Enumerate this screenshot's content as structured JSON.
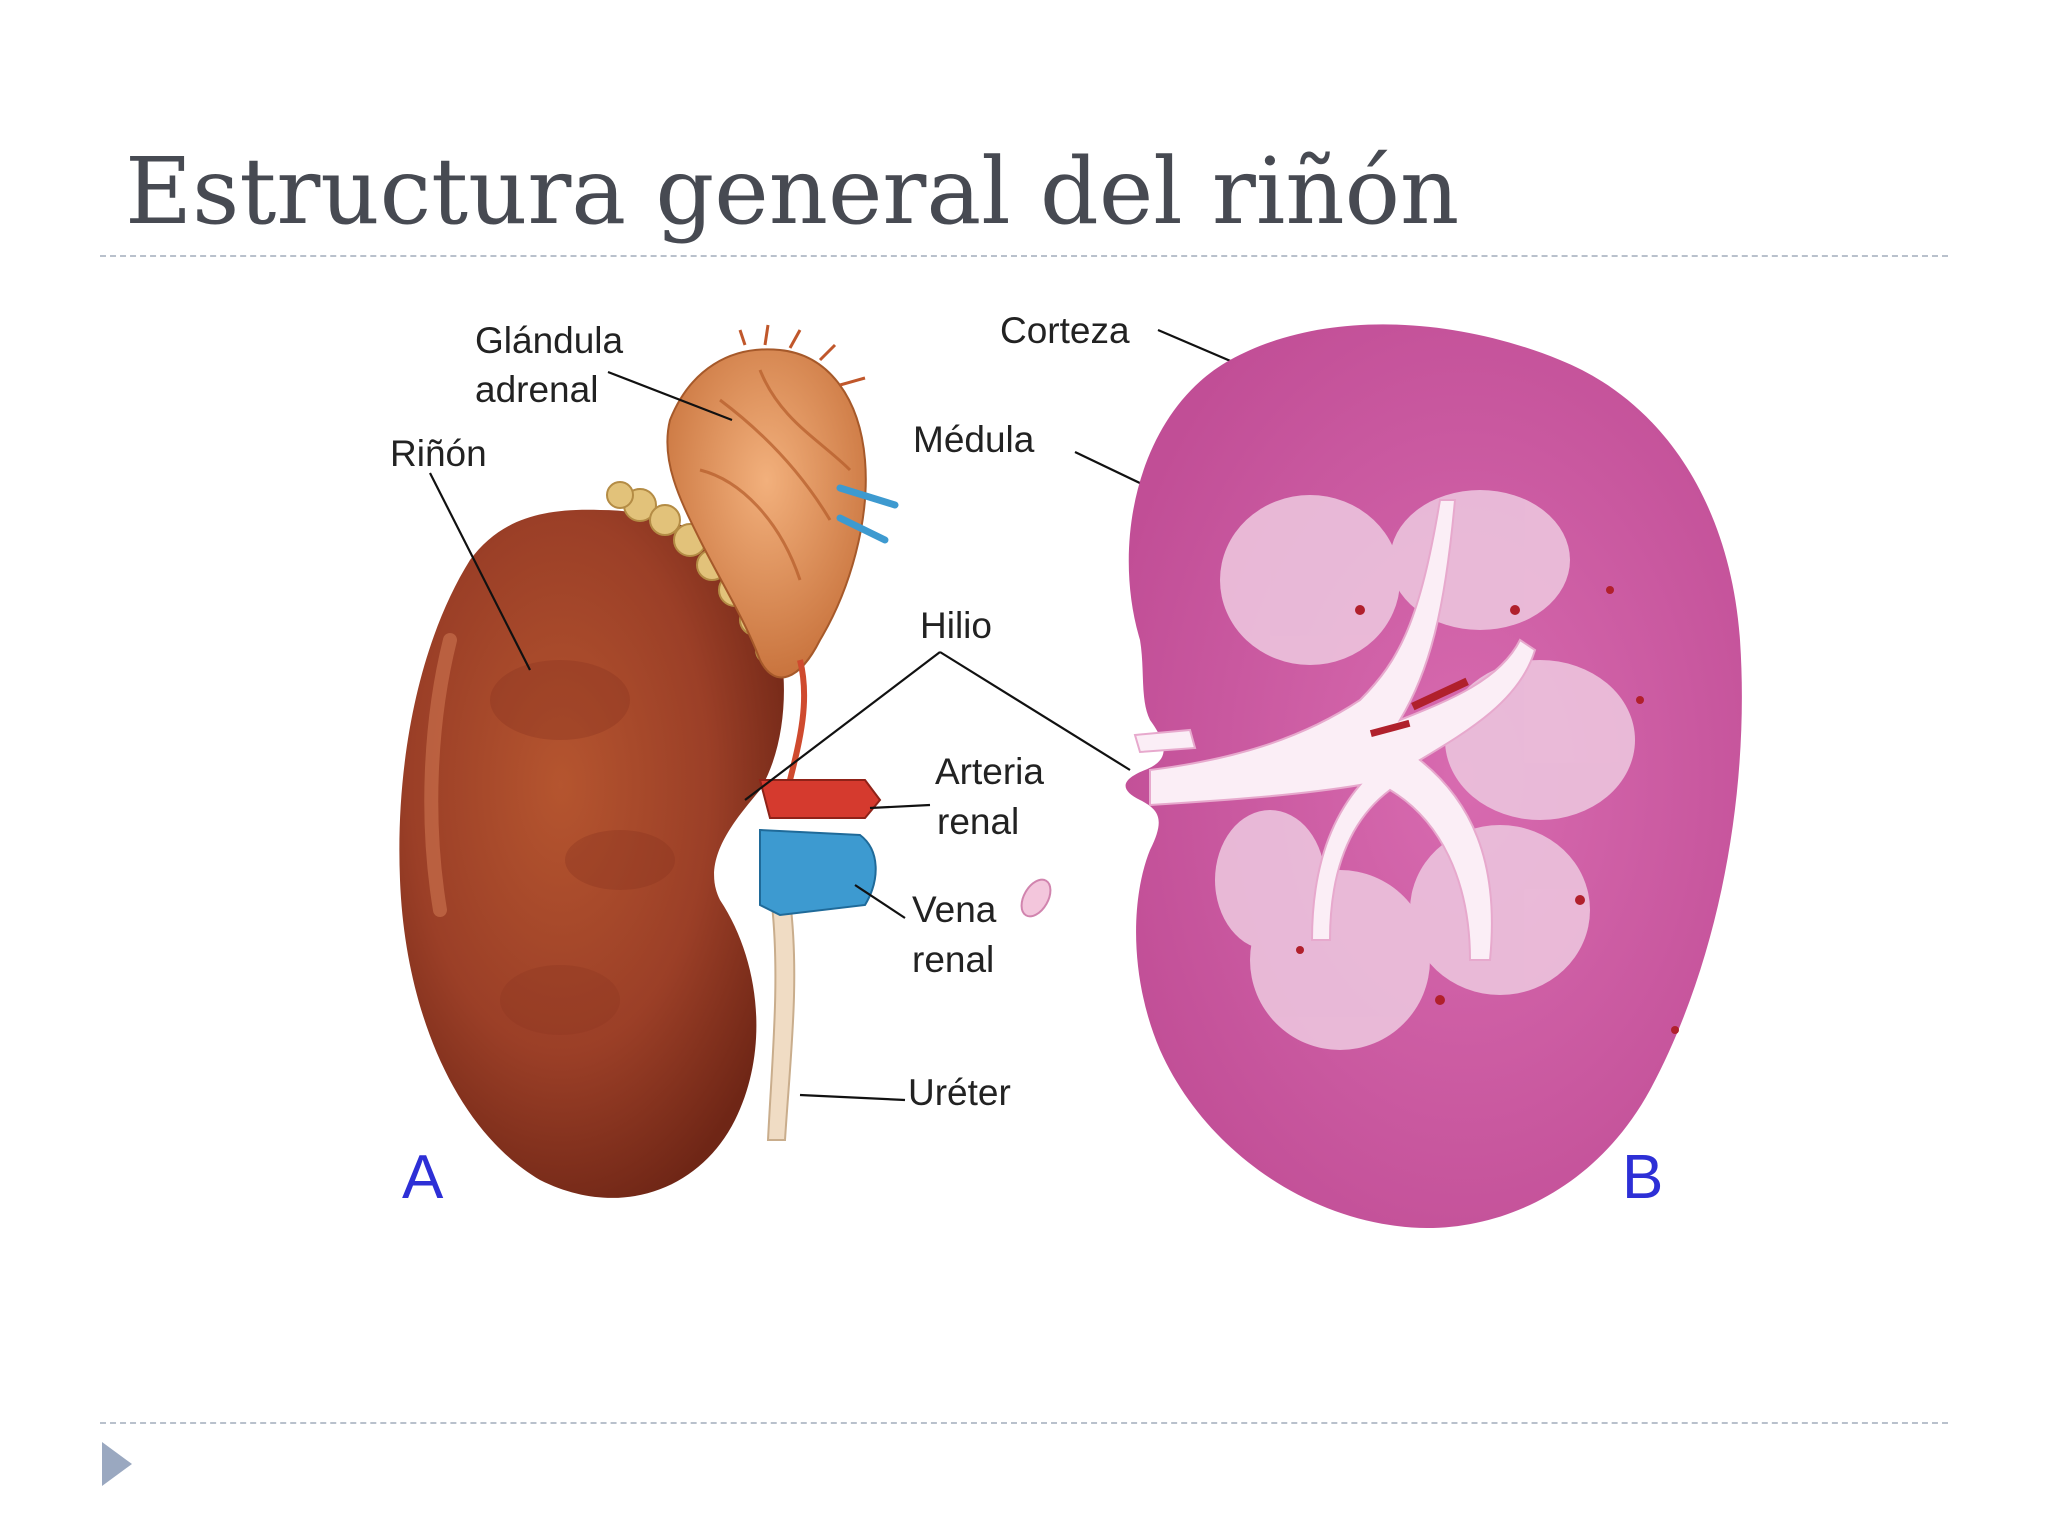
{
  "slide": {
    "title": "Estructura general del riñón"
  },
  "figure": {
    "labels": {
      "glandula": "Glándula",
      "adrenal": "adrenal",
      "rinon": "Riñón",
      "corteza": "Corteza",
      "medula": "Médula",
      "hilio": "Hilio",
      "arteria": "Arteria",
      "arteria_renal": "renal",
      "vena": "Vena",
      "vena_renal": "renal",
      "ureter": "Uréter",
      "panel_a": "A",
      "panel_b": "B"
    }
  },
  "colors": {
    "title": "#474a52",
    "rule": "#b9c1cc",
    "kidney": "#a3452a",
    "adrenal": "#e0915c",
    "artery": "#d53a2e",
    "vein": "#3d9ad0",
    "cortex": "#cf5ba2",
    "medulla": "#ecc3dd",
    "panel_letter": "#2d2fd6",
    "bullet": "#9aa8c0"
  }
}
